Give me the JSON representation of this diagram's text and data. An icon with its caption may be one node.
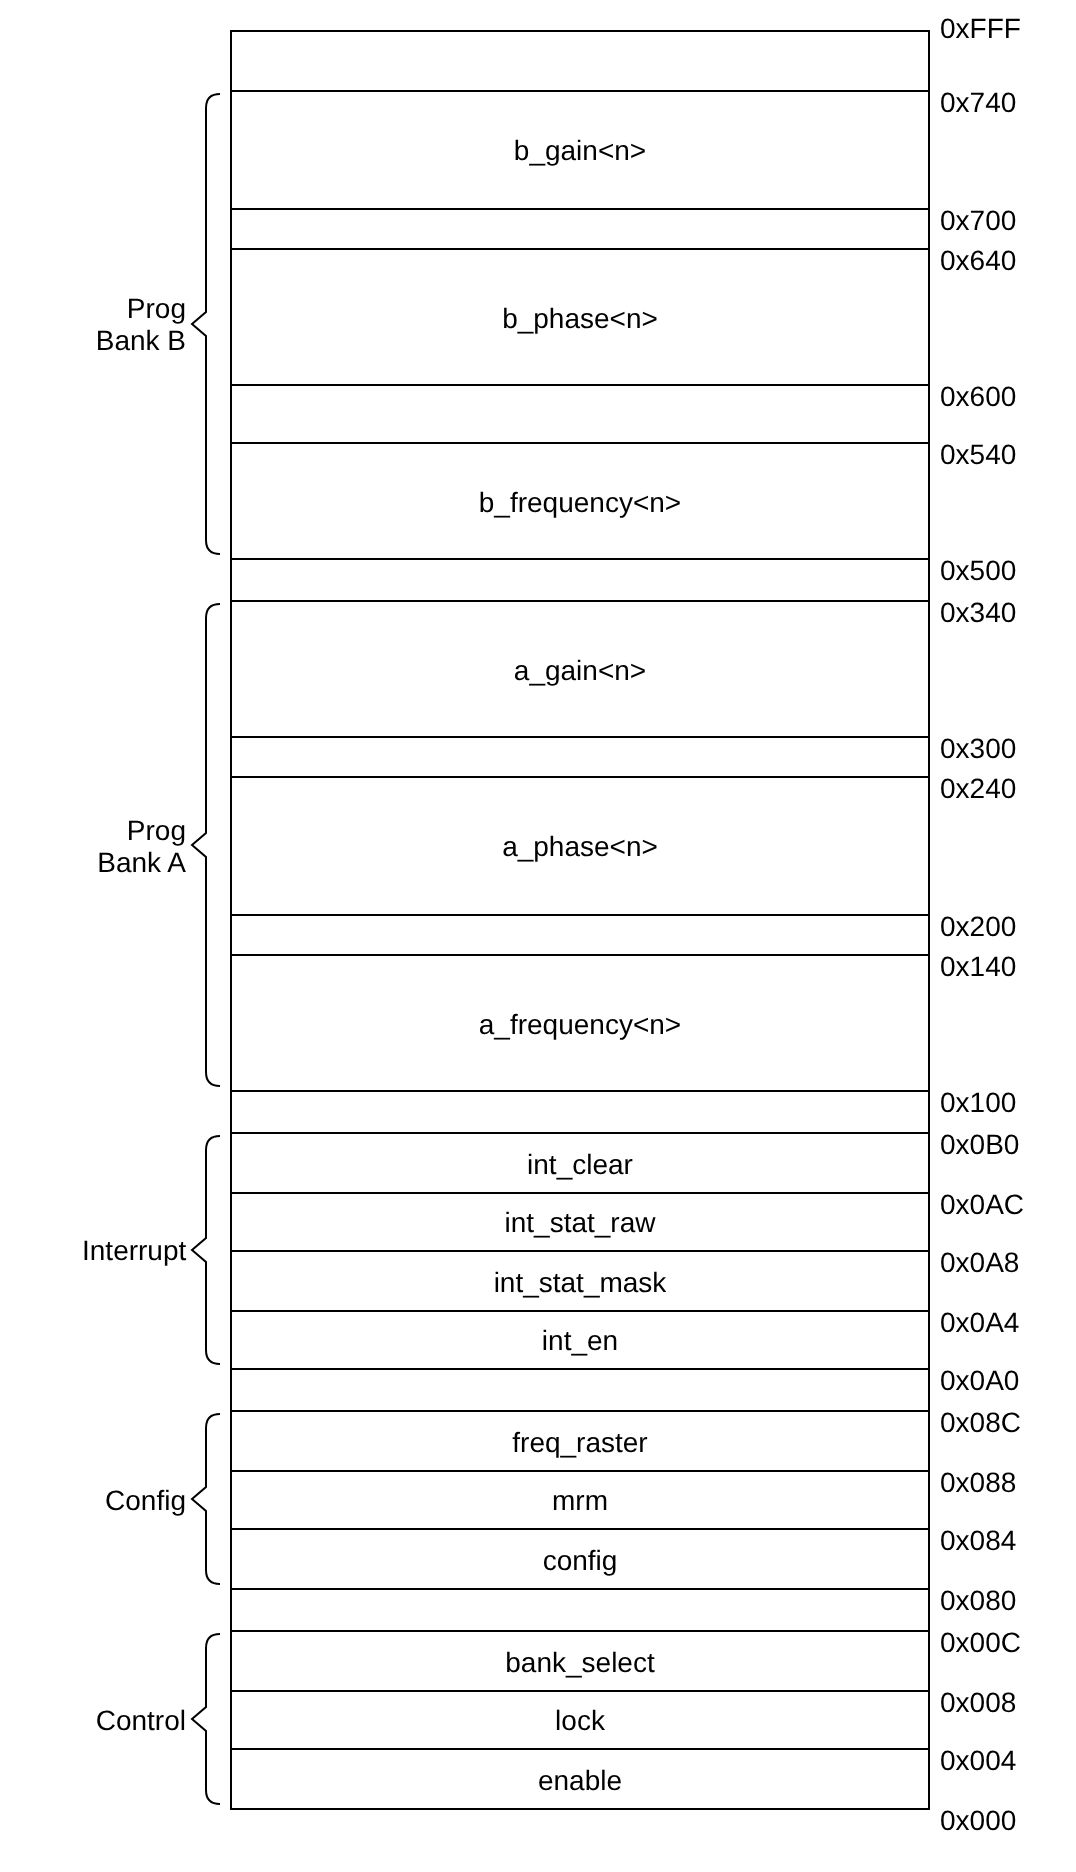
{
  "diagram": {
    "nodes": [
      {
        "text": [],
        "shape": "box"
      },
      {
        "text": [
          "b_gain<n>"
        ]
      },
      {
        "text": [],
        "shape": "box"
      },
      {
        "text": [
          "b_phase<n>"
        ]
      },
      {
        "text": [],
        "shape": "box"
      },
      {
        "text": [
          "b_frequency<n>"
        ]
      },
      {
        "text": [],
        "shape": "box"
      },
      {
        "text": [
          "a_gain<n>"
        ]
      },
      {
        "text": [],
        "shape": "box"
      },
      {
        "text": [
          "a_phase<n>"
        ]
      },
      {
        "text": [],
        "shape": "box"
      },
      {
        "text": [
          "a_frequency<n>"
        ]
      },
      {
        "text": [],
        "shape": "box"
      },
      {
        "text": [
          "int_clear"
        ]
      },
      {
        "text": [
          "int_stat_raw"
        ]
      },
      {
        "text": [
          "int_stat_mask"
        ]
      },
      {
        "text": [
          "int_en"
        ]
      },
      {
        "text": [],
        "shape": "box"
      },
      {
        "text": [
          "freq_raster"
        ]
      },
      {
        "text": [
          "mrm"
        ]
      },
      {
        "text": [
          "config"
        ]
      },
      {
        "text": [],
        "shape": "box"
      },
      {
        "text": [
          "bank_select"
        ]
      },
      {
        "text": [
          "lock"
        ]
      },
      {
        "text": [
          "enable"
        ]
      }
    ],
    "labels": [
      "0xFFF",
      "0x740",
      "0x700",
      "0x640",
      "Prog Bank B",
      "0x600",
      "0x540",
      "0x500",
      "0x340",
      "0x300",
      "0x240",
      "Prog Bank A",
      "0x200",
      "0x140",
      "0x100",
      "0x0B0",
      "0x0AC",
      "Interrupt",
      "0x0A8",
      "0x0A4",
      "0x0A0",
      "0x08C",
      "0x088",
      "Config",
      "0x084",
      "0x080",
      "0x00C",
      "0x008",
      "Control",
      "0x004",
      "0x000"
    ]
  }
}
